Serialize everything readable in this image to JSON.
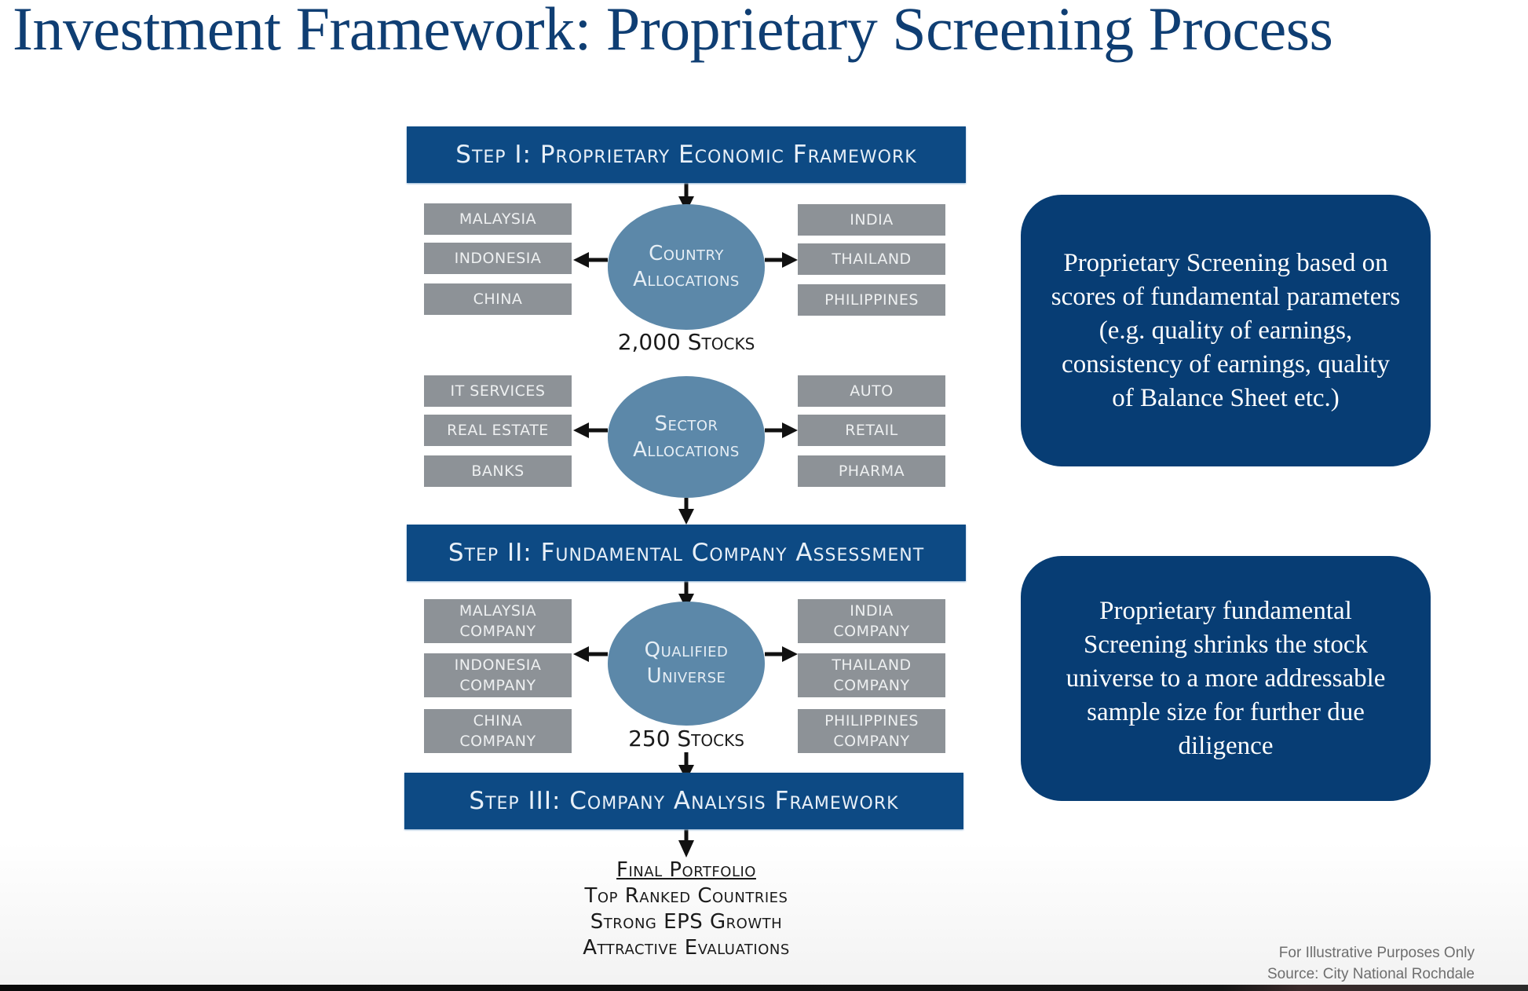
{
  "title": "Investment Framework: Proprietary Screening Process",
  "diagram": {
    "step1": "Step I: Proprietary Economic Framework",
    "country_allocations": {
      "label_line1": "Country",
      "label_line2": "Allocations",
      "left": [
        "MALAYSIA",
        "INDONESIA",
        "CHINA"
      ],
      "right": [
        "INDIA",
        "THAILAND",
        "PHILIPPINES"
      ],
      "stocks": "2,000 Stocks"
    },
    "sector_allocations": {
      "label_line1": "Sector",
      "label_line2": "Allocations",
      "left": [
        "IT SERVICES",
        "REAL ESTATE",
        "BANKS"
      ],
      "right": [
        "AUTO",
        "RETAIL",
        "PHARMA"
      ]
    },
    "step2": "Step II: Fundamental Company Assessment",
    "qualified_universe": {
      "label_line1": "Qualified",
      "label_line2": "Universe",
      "left": [
        {
          "line1": "MALAYSIA",
          "line2": "COMPANY"
        },
        {
          "line1": "INDONESIA",
          "line2": "COMPANY"
        },
        {
          "line1": "CHINA",
          "line2": "COMPANY"
        }
      ],
      "right": [
        {
          "line1": "INDIA",
          "line2": "COMPANY"
        },
        {
          "line1": "THAILAND",
          "line2": "COMPANY"
        },
        {
          "line1": "PHILIPPINES",
          "line2": "COMPANY"
        }
      ],
      "stocks": "250 Stocks"
    },
    "step3": "Step III: Company Analysis Framework",
    "final_portfolio": {
      "heading": "Final Portfolio",
      "items": [
        "Top Ranked Countries",
        "Strong EPS Growth",
        "Attractive Evaluations"
      ]
    }
  },
  "callouts": [
    "Proprietary Screening based on scores of  fundamental parameters (e.g. quality of earnings, consistency of earnings, quality of  Balance Sheet etc.)",
    "Proprietary fundamental Screening shrinks the stock universe to a more addressable sample size for further due diligence"
  ],
  "footer": {
    "disclaimer": "For Illustrative Purposes Only",
    "source": "Source: City National Rochdale"
  },
  "colors": {
    "title": "#0f3e73",
    "step_bar": "#0d4a84",
    "ellipse": "#5c88a9",
    "grey_box": "#8d9297",
    "callout": "#073d74"
  }
}
